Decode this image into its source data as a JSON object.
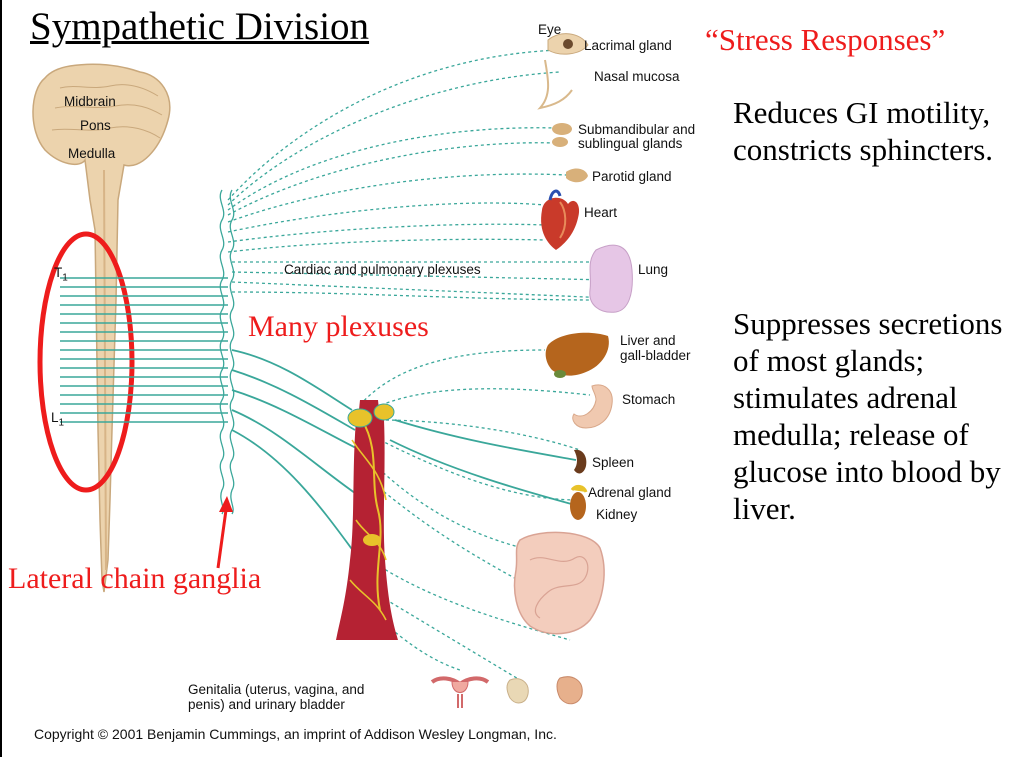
{
  "slide": {
    "title": "Sympathetic Division",
    "stress_label": "“Stress Responses”",
    "plexuses_label": "Many plexuses",
    "lateral_label": "Lateral chain ganglia",
    "text1": "Reduces GI motility, constricts sphincters.",
    "text2": "Suppresses secretions of most glands; stimulates adrenal medulla; release of glucose into blood by liver.",
    "copyright": "Copyright © 2001 Benjamin Cummings, an imprint of Addison Wesley Longman, Inc.",
    "colors": {
      "accent_red": "#ee1c1c",
      "nerve_green": "#3aa79a",
      "cord_tan": "#e8c8a0",
      "aorta_red": "#b52233",
      "plexus_yellow": "#e8c22a"
    }
  },
  "diagram": {
    "brain": {
      "midbrain": "Midbrain",
      "pons": "Pons",
      "medulla": "Medulla"
    },
    "levels": {
      "t1": "T",
      "t1_sub": "1",
      "l1": "L",
      "l1_sub": "1"
    },
    "organs": {
      "eye": "Eye",
      "lacrimal": "Lacrimal gland",
      "nasal": "Nasal mucosa",
      "submandibular_1": "Submandibular and",
      "submandibular_2": "sublingual glands",
      "parotid": "Parotid gland",
      "heart": "Heart",
      "cardiac": "Cardiac and pulmonary plexuses",
      "lung": "Lung",
      "liver_1": "Liver and",
      "liver_2": "gall-bladder",
      "stomach": "Stomach",
      "spleen": "Spleen",
      "adrenal": "Adrenal gland",
      "kidney": "Kidney",
      "genitalia_1": "Genitalia (uterus, vagina, and",
      "genitalia_2": "penis) and urinary bladder"
    }
  }
}
